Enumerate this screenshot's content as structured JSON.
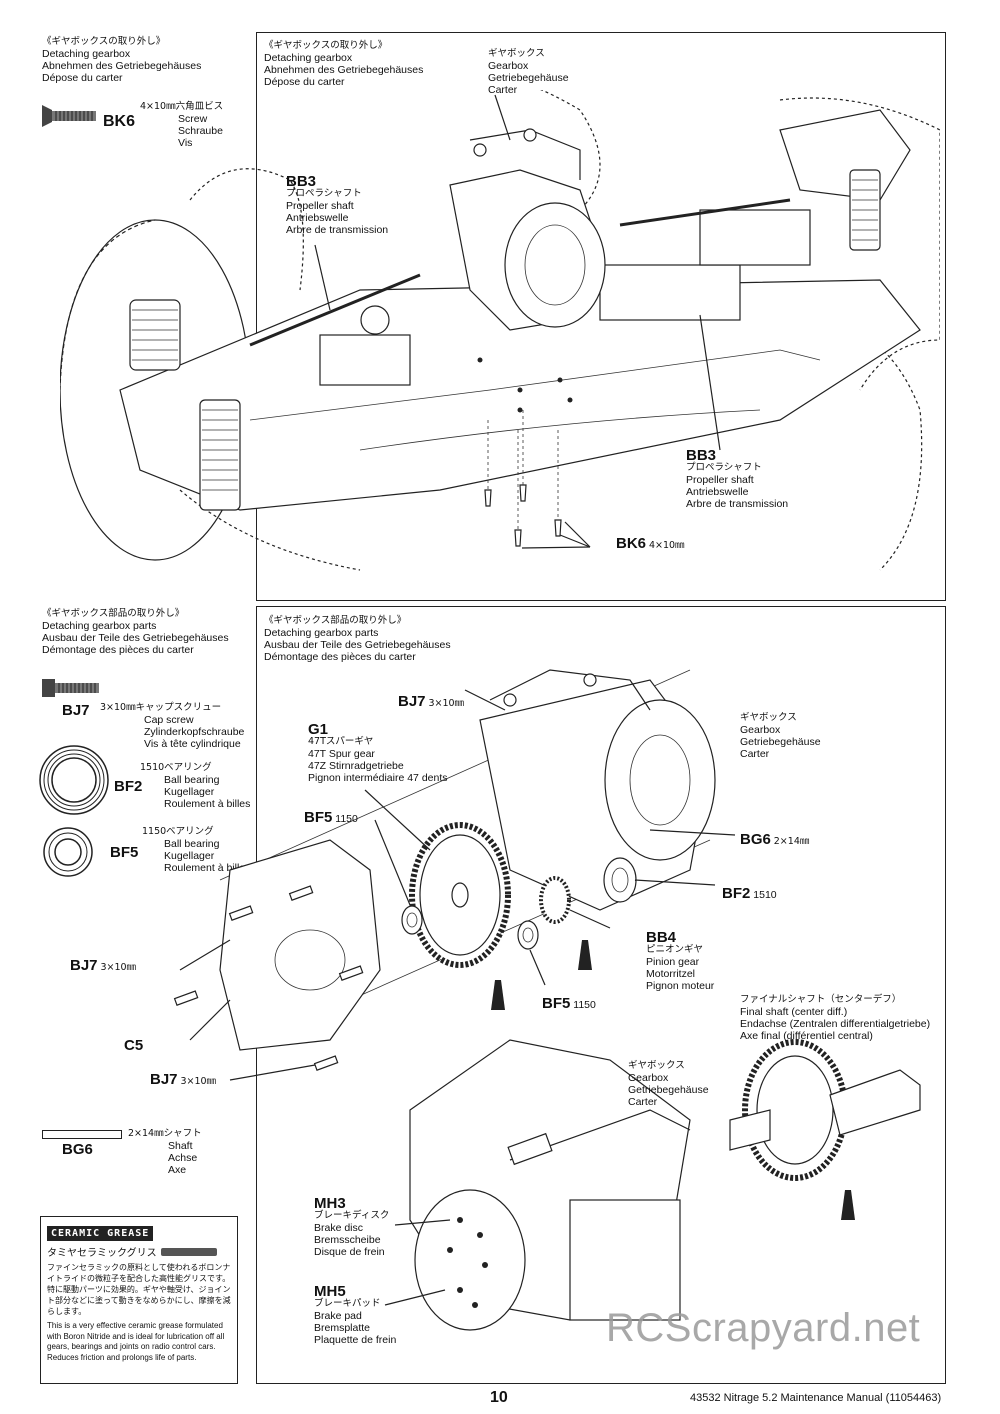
{
  "sections": {
    "top_left": {
      "jp": "《ギヤボックスの取り外し》",
      "en": "Detaching gearbox",
      "de": "Abnehmen des Getriebegehäuses",
      "fr": "Dépose du carter"
    },
    "top_panel": {
      "jp": "《ギヤボックスの取り外し》",
      "en": "Detaching gearbox",
      "de": "Abnehmen des Getriebegehäuses",
      "fr": "Dépose du carter"
    },
    "bottom_left": {
      "jp": "《ギヤボックス部品の取り外し》",
      "en": "Detaching gearbox parts",
      "de": "Ausbau der Teile des Getriebegehäuses",
      "fr": "Démontage des pièces du carter"
    },
    "bottom_panel": {
      "jp": "《ギヤボックス部品の取り外し》",
      "en": "Detaching gearbox parts",
      "de": "Ausbau der Teile des Getriebegehäuses",
      "fr": "Démontage des pièces du carter"
    }
  },
  "parts": {
    "bk6": {
      "code": "BK6",
      "size_jp": "4×10㎜六角皿ビス",
      "en": "Screw",
      "de": "Schraube",
      "fr": "Vis"
    },
    "bj7": {
      "code": "BJ7",
      "size_jp": "3×10㎜キャップスクリュー",
      "en": "Cap screw",
      "de": "Zylinderkopfschraube",
      "fr": "Vis à tête cylindrique"
    },
    "bf2": {
      "code": "BF2",
      "size_jp": "1510ベアリング",
      "en": "Ball bearing",
      "de": "Kugellager",
      "fr": "Roulement à billes"
    },
    "bf5": {
      "code": "BF5",
      "size_jp": "1150ベアリング",
      "en": "Ball bearing",
      "de": "Kugellager",
      "fr": "Roulement à billes"
    },
    "bg6": {
      "code": "BG6",
      "size_jp": "2×14㎜シャフト",
      "en": "Shaft",
      "de": "Achse",
      "fr": "Axe"
    }
  },
  "callouts_top": {
    "gearbox": {
      "jp": "ギヤボックス",
      "en": "Gearbox",
      "de": "Getriebegehäuse",
      "fr": "Carter"
    },
    "bb3_a": {
      "code": "BB3",
      "jp": "プロペラシャフト",
      "en": "Propeller shaft",
      "de": "Antriebswelle",
      "fr": "Arbre de transmission"
    },
    "bb3_b": {
      "code": "BB3",
      "jp": "プロペラシャフト",
      "en": "Propeller shaft",
      "de": "Antriebswelle",
      "fr": "Arbre de transmission"
    },
    "bk6": {
      "code": "BK6",
      "size": "4×10㎜"
    }
  },
  "callouts_bottom": {
    "bj7_top": {
      "code": "BJ7",
      "size": "3×10㎜"
    },
    "g1": {
      "code": "G1",
      "jp": "47Tスパーギヤ",
      "en": "47T Spur gear",
      "de": "47Z Stirnradgetriebe",
      "fr": "Pignon intermédiaire 47 dents"
    },
    "gearbox": {
      "jp": "ギヤボックス",
      "en": "Gearbox",
      "de": "Getriebegehäuse",
      "fr": "Carter"
    },
    "bf5_top": {
      "code": "BF5",
      "size": "1150"
    },
    "bg6": {
      "code": "BG6",
      "size": "2×14㎜"
    },
    "bf2": {
      "code": "BF2",
      "size": "1510"
    },
    "bb4": {
      "code": "BB4",
      "jp": "ピニオンギヤ",
      "en": "Pinion gear",
      "de": "Motorritzel",
      "fr": "Pignon moteur"
    },
    "bj7_mid": {
      "code": "BJ7",
      "size": "3×10㎜"
    },
    "bf5_bot": {
      "code": "BF5",
      "size": "1150"
    },
    "c5": {
      "code": "C5"
    },
    "bj7_bot": {
      "code": "BJ7",
      "size": "3×10㎜"
    },
    "final_shaft": {
      "jp": "ファイナルシャフト（センターデフ）",
      "en": "Final shaft (center diff.)",
      "de": "Endachse (Zentralen differentialgetriebe)",
      "fr": "Axe final  (différentiel central)"
    },
    "gearbox2": {
      "jp": "ギヤボックス",
      "en": "Gearbox",
      "de": "Getriebegehäuse",
      "fr": "Carter"
    },
    "mh3": {
      "code": "MH3",
      "jp": "ブレーキディスク",
      "en": "Brake disc",
      "de": "Bremsscheibe",
      "fr": "Disque de frein"
    },
    "mh5": {
      "code": "MH5",
      "jp": "ブレーキパッド",
      "en": "Brake pad",
      "de": "Bremsplatte",
      "fr": "Plaquette de frein"
    }
  },
  "grease_box": {
    "logo": "CERAMIC GREASE",
    "title_jp": "タミヤセラミックグリス",
    "body_jp": "ファインセラミックの原料として使われるボロンナイトライドの微粒子を配合した高性能グリスです。特に駆動パーツに効果的。ギヤや軸受け、ジョイント部分などに塗って動きをなめらかにし、摩擦を減らします。",
    "body_en": "This is a very effective ceramic grease formulated with Boron Nitride and is ideal for lubrication off all gears, bearings and joints on radio control cars. Reduces friction and prolongs life of parts."
  },
  "footer": {
    "page": "10",
    "manual": "43532  Nitrage 5.2 Maintenance Manual (11054463)",
    "watermark": "RCScrapyard.net"
  }
}
